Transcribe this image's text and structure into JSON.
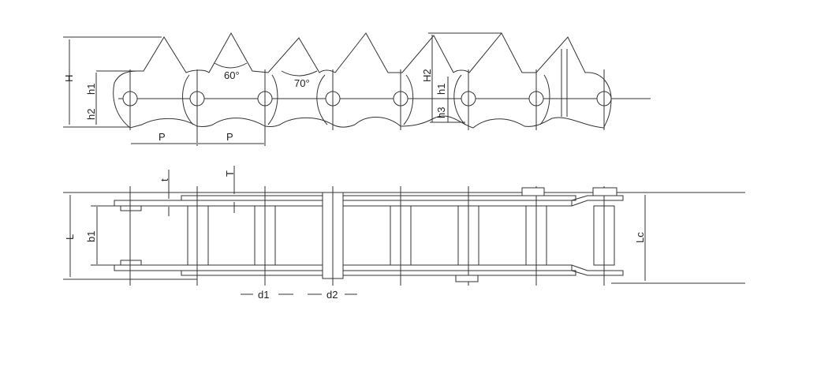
{
  "top_view": {
    "labels": {
      "H": "H",
      "h1": "h1",
      "h2": "h2",
      "P1": "P",
      "P2": "P",
      "angle1": "60°",
      "angle2": "70°",
      "H2": "H2",
      "h1b": "h1",
      "h3": "h3"
    }
  },
  "side_view": {
    "labels": {
      "t": "t",
      "T": "T",
      "L": "L",
      "b1": "b1",
      "d1": "d1",
      "d2": "d2",
      "Lc": "Lc"
    }
  },
  "colors": {
    "line": "#333333",
    "background": "#ffffff"
  }
}
